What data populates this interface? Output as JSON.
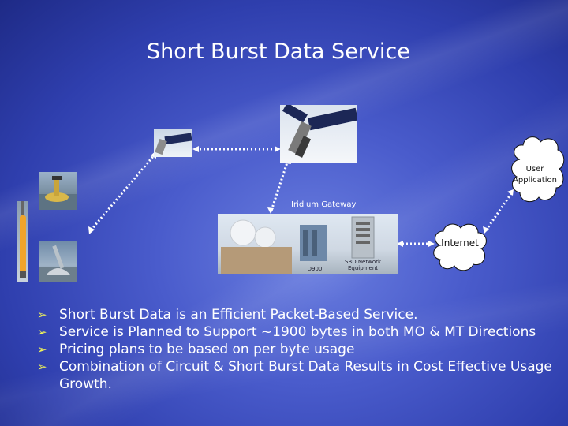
{
  "title": "Short Burst Data Service",
  "diagram": {
    "user_application": {
      "line1": "User",
      "line2": "Application"
    },
    "gateway_label": "Iridium Gateway",
    "internet_label": "Internet",
    "d900_label": "D900",
    "sbd_equipment": {
      "line1": "SBD Network",
      "line2": "Equipment"
    }
  },
  "bullets": [
    {
      "text": "Short Burst Data is an Efficient Packet-Based Service."
    },
    {
      "text": "Service is Planned to Support ~1900 bytes in both MO & MT Directions"
    },
    {
      "text": "Pricing plans to be based on per byte usage"
    },
    {
      "text": "Combination of Circuit & Short Burst Data Results in Cost Effective Usage Growth."
    }
  ],
  "colors": {
    "accent_arrow": "#f0f35a",
    "link_dots": "#ffffff",
    "background": "#4a5ccc"
  }
}
